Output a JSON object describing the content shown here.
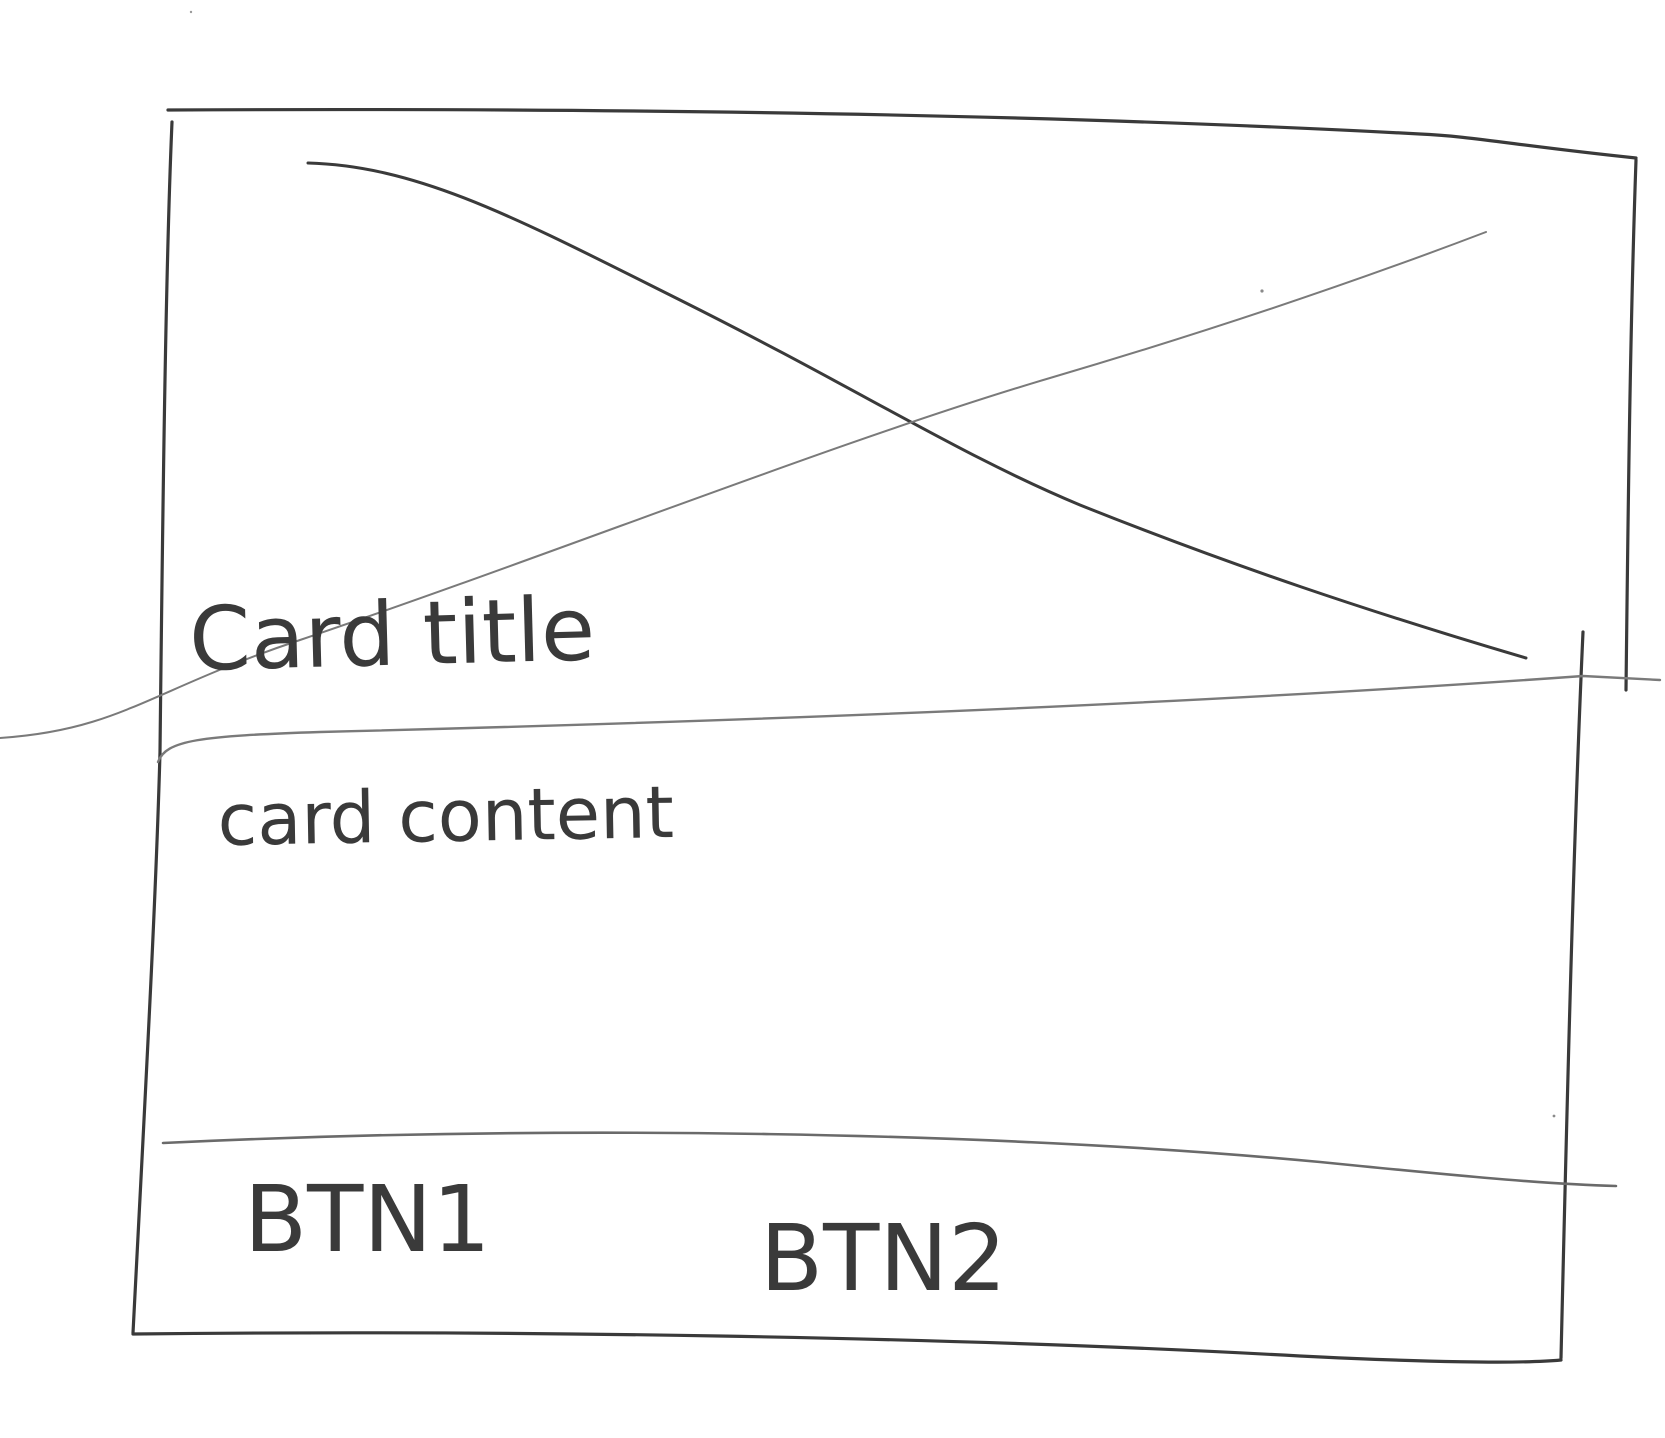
{
  "card": {
    "title": "Card title",
    "content": "card content",
    "buttons": [
      {
        "label": "BTN1"
      },
      {
        "label": "BTN2"
      }
    ]
  },
  "colors": {
    "ink": "#3a3a3a",
    "ink_light": "#7a7a7a",
    "paper": "#ffffff"
  }
}
